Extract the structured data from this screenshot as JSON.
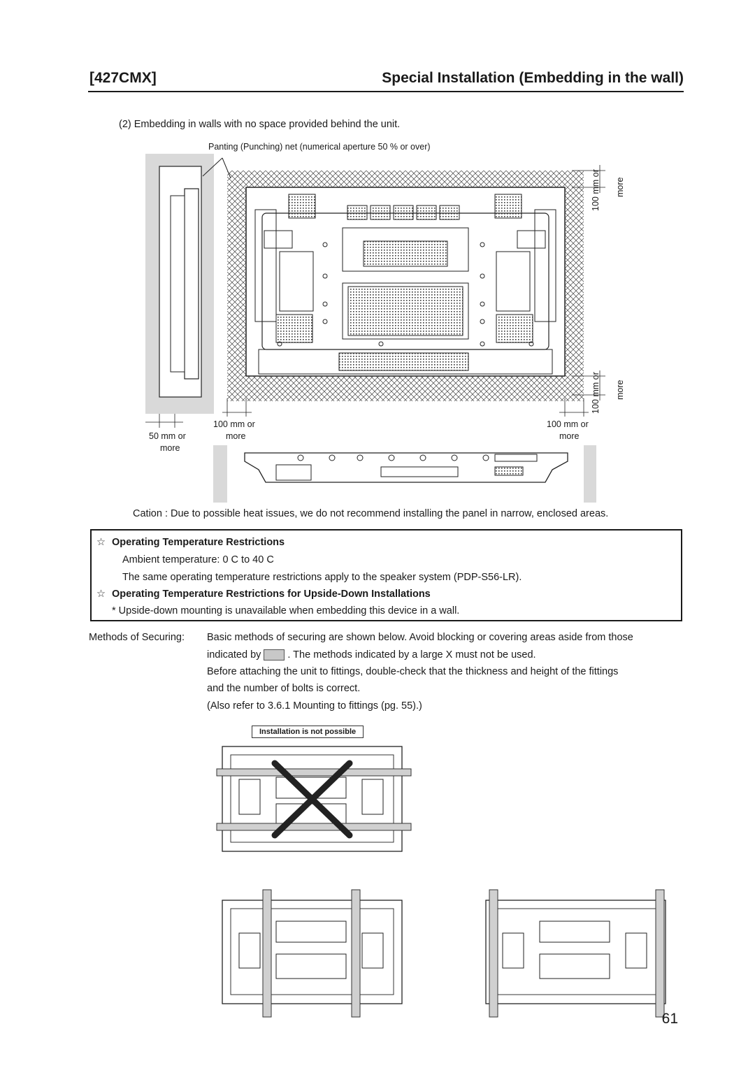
{
  "header": {
    "model": "[427CMX]",
    "title": "Special Installation (Embedding in the wall)"
  },
  "section": {
    "intro": "(2) Embedding in walls with no space provided behind the unit.",
    "net_label": "Panting (Punching) net (numerical aperture 50 % or over)",
    "dim_top_right_1": "100 mm or",
    "dim_top_right_2": "more",
    "dim_bottom_right_1": "100 mm or",
    "dim_bottom_right_2": "more",
    "dim_left_1": "50 mm or",
    "dim_left_2": "more",
    "dim_mid_left_1": "100 mm or",
    "dim_mid_left_2": "more",
    "dim_mid_right_1": "100 mm or",
    "dim_mid_right_2": "more",
    "caution": "Cation : Due to possible heat issues, we do not recommend installing the panel in narrow, enclosed areas."
  },
  "restrictions": {
    "star": "☆",
    "heading1": "Operating Temperature Restrictions",
    "ambient": "Ambient temperature:  0   C  to 40   C",
    "speaker": "The same operating temperature restrictions apply to the speaker system (PDP-S56-LR).",
    "heading2": "Operating Temperature Restrictions for Upside-Down Installations",
    "note": "*  Upside-down mounting is unavailable when embedding this device in a wall."
  },
  "methods": {
    "label": "Methods of Securing:",
    "line1": "Basic methods of securing are shown below. Avoid blocking or covering areas aside from those",
    "line2a": "indicated by",
    "line2b": ". The methods indicated by a large   X   must not be used.",
    "line3": "Before attaching the unit to fittings, double-check that the thickness and height of the fittings",
    "line4": "and the number of bolts is correct.",
    "line5": "(Also refer to   3.6.1 Mounting to fittings   (pg. 55).)",
    "not_possible": "Installation is not possible"
  },
  "page_number": "61"
}
